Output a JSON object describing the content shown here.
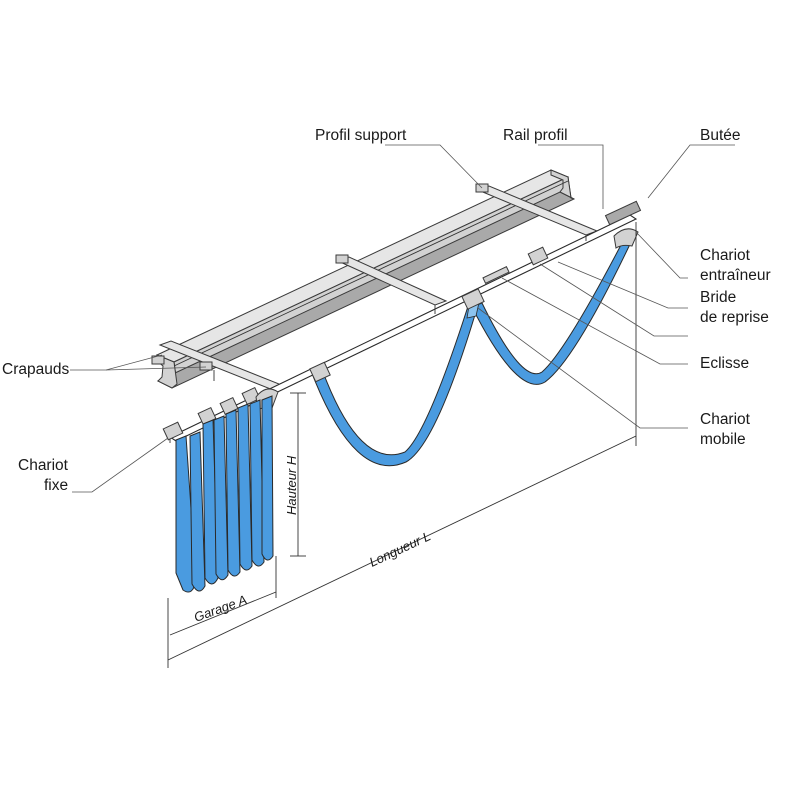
{
  "colors": {
    "cable": "#4a9be0",
    "cable_light": "#8cc4f0",
    "beam": "#d2d2d2",
    "ink": "#1a1a1a"
  },
  "labels": {
    "profil_support": "Profil support",
    "rail_profil": "Rail profil",
    "butee": "Butée",
    "chariot_entraineur_1": "Chariot",
    "chariot_entraineur_2": "entraîneur",
    "bride_de_reprise_1": "Bride",
    "bride_de_reprise_2": "de reprise",
    "eclisse": "Eclisse",
    "chariot_mobile_1": "Chariot",
    "chariot_mobile_2": "mobile",
    "crapauds": "Crapauds",
    "chariot_fixe_1": "Chariot",
    "chariot_fixe_2": "fixe"
  },
  "dimensions": {
    "hauteur": "Hauteur H",
    "garage": "Garage A",
    "longueur": "Longueur L"
  }
}
